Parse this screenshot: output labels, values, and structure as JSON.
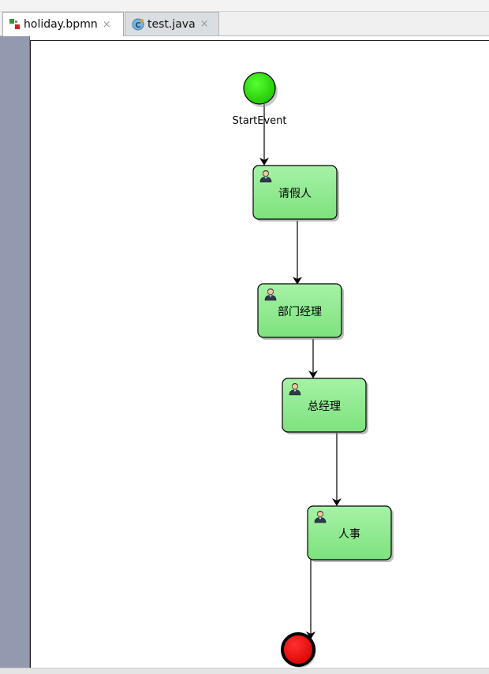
{
  "tabs": [
    {
      "label": "holiday.bpmn",
      "close": "×",
      "active": true
    },
    {
      "label": "test.java",
      "close": "×",
      "active": false
    }
  ],
  "diagram": {
    "start_event": {
      "label": "StartEvent",
      "color": "#22dd00"
    },
    "tasks": [
      {
        "label": "请假人",
        "icon": "user-icon"
      },
      {
        "label": "部门经理",
        "icon": "user-icon"
      },
      {
        "label": "总经理",
        "icon": "user-icon"
      },
      {
        "label": "人事",
        "icon": "user-icon"
      }
    ],
    "end_event": {
      "color": "#ee0000"
    },
    "task_fill": "#8fe88f"
  }
}
